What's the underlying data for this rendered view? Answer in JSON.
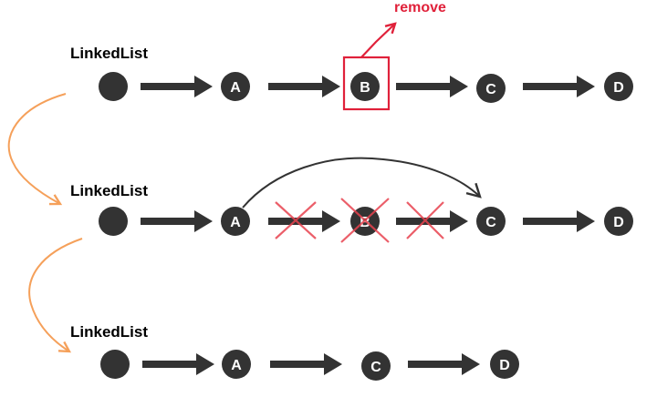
{
  "diagram": {
    "remove_label": "remove",
    "rows": [
      {
        "title": "LinkedList",
        "nodes": [
          "A",
          "B",
          "C",
          "D"
        ]
      },
      {
        "title": "LinkedList",
        "nodes": [
          "A",
          "B",
          "C",
          "D"
        ]
      },
      {
        "title": "LinkedList",
        "nodes": [
          "A",
          "C",
          "D"
        ]
      }
    ]
  },
  "colors": {
    "node_fill": "#333333",
    "arrow": "#333333",
    "highlight_red": "#e0213a",
    "cross_red": "#e8434f",
    "flow_orange": "#f5a05a"
  }
}
